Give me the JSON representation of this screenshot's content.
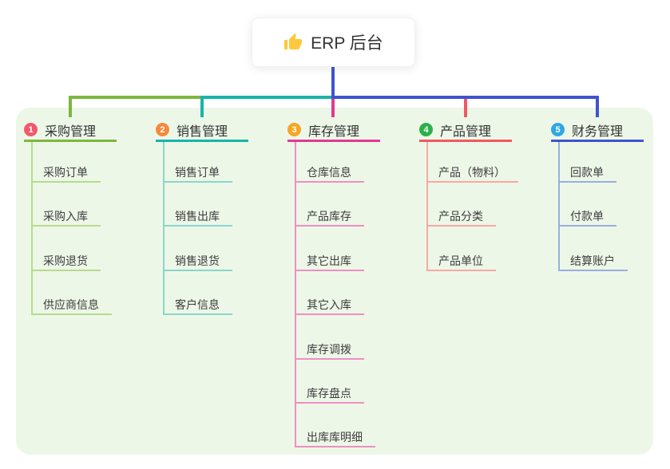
{
  "canvas": {
    "panel_color": "#EDF7E8",
    "background_color": "#FFFFFF"
  },
  "root": {
    "label": "ERP 后台",
    "icon": "thumbs-up-icon",
    "icon_color": "#FFC83D",
    "line_color": "#4053CE"
  },
  "branches": [
    {
      "badge": "1",
      "label": "采购管理",
      "color": "#7DB73E",
      "light_color": "#B7DB8B",
      "badge_color": "#F1586B",
      "children": [
        "采购订单",
        "采购入库",
        "采购退货",
        "供应商信息"
      ]
    },
    {
      "badge": "2",
      "label": "销售管理",
      "color": "#17B5A8",
      "light_color": "#8AD6CB",
      "badge_color": "#F6893B",
      "children": [
        "销售订单",
        "销售出库",
        "销售退货",
        "客户信息"
      ]
    },
    {
      "badge": "3",
      "label": "库存管理",
      "color": "#E13A92",
      "light_color": "#EF8FC2",
      "badge_color": "#F6A623",
      "children": [
        "仓库信息",
        "产品库存",
        "其它出库",
        "其它入库",
        "库存调拨",
        "库存盘点",
        "出库库明细"
      ]
    },
    {
      "badge": "4",
      "label": "产品管理",
      "color": "#F25762",
      "light_color": "#F9A8A4",
      "badge_color": "#2CB14A",
      "children": [
        "产品（物料）",
        "产品分类",
        "产品单位"
      ]
    },
    {
      "badge": "5",
      "label": "财务管理",
      "color": "#4053CE",
      "light_color": "#9AAEDF",
      "badge_color": "#30A7E5",
      "children": [
        "回款单",
        "付款单",
        "结算账户"
      ]
    }
  ]
}
